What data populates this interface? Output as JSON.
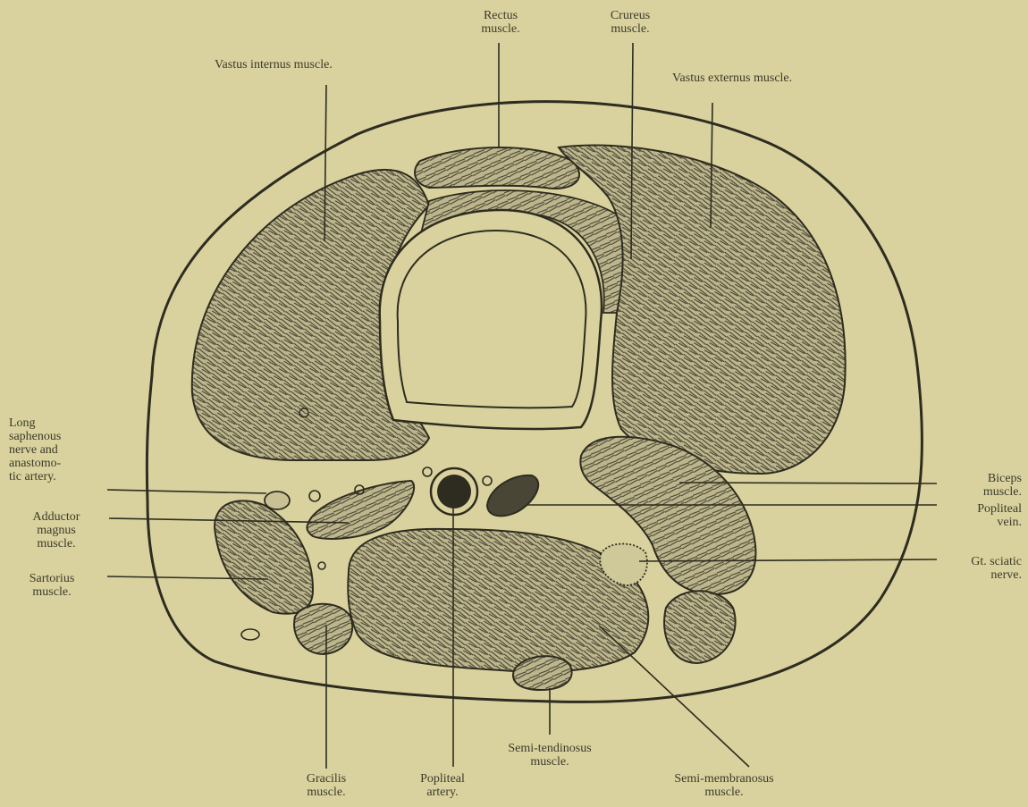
{
  "labels": {
    "rectus": "Rectus\nmuscle.",
    "crureus": "Crureus\nmuscle.",
    "vastus_internus": "Vastus internus muscle.",
    "vastus_externus": "Vastus externus muscle.",
    "long_saphenous": "Long\nsaphenous\nnerve and\nanastomo-\ntic artery.",
    "adductor_magnus": "Adductor\nmagnus\nmuscle.",
    "sartorius": "Sartorius\nmuscle.",
    "biceps": "Biceps\nmuscle.",
    "popliteal_vein": "Popliteal\nvein.",
    "gt_sciatic": "Gt. sciatic\nnerve.",
    "gracilis": "Gracilis\nmuscle.",
    "popliteal_artery": "Popliteal\nartery.",
    "semi_tendinosus": "Semi-tendinosus\nmuscle.",
    "semi_membranosus": "Semi-membranosus\nmuscle."
  },
  "colors": {
    "paper": "#d9d29e",
    "ink": "#2e2c20",
    "muscle_fill": "#b9b288"
  }
}
